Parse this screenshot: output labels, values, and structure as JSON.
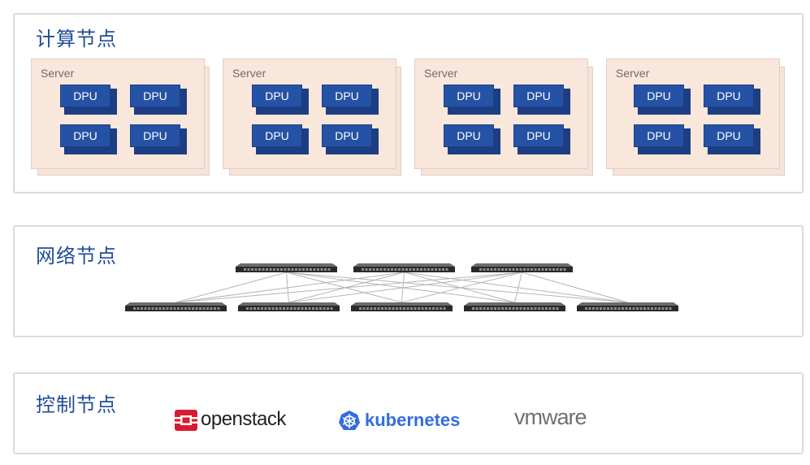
{
  "sections": {
    "compute": {
      "title": "计算节点"
    },
    "network": {
      "title": "网络节点"
    },
    "control": {
      "title": "控制节点"
    }
  },
  "servers": [
    {
      "label": "Server",
      "dpus": [
        "DPU",
        "DPU",
        "DPU",
        "DPU"
      ]
    },
    {
      "label": "Server",
      "dpus": [
        "DPU",
        "DPU",
        "DPU",
        "DPU"
      ]
    },
    {
      "label": "Server",
      "dpus": [
        "DPU",
        "DPU",
        "DPU",
        "DPU"
      ]
    },
    {
      "label": "Server",
      "dpus": [
        "DPU",
        "DPU",
        "DPU",
        "DPU"
      ]
    }
  ],
  "network": {
    "spine_switch_count": 3,
    "leaf_switch_count": 5
  },
  "logos": {
    "openstack": {
      "text": "openstack",
      "color": "#da1a32",
      "icon": "openstack-logo-icon"
    },
    "kubernetes": {
      "text": "kubernetes",
      "color": "#326ce5",
      "icon": "kubernetes-helm-icon"
    },
    "vmware": {
      "text": "vmware",
      "color": "#707070"
    }
  },
  "colors": {
    "title": "#1f4e9a",
    "dpu": "#2552a5",
    "server_bg": "#f9e7dc",
    "panel_border": "#dcdcdc"
  }
}
